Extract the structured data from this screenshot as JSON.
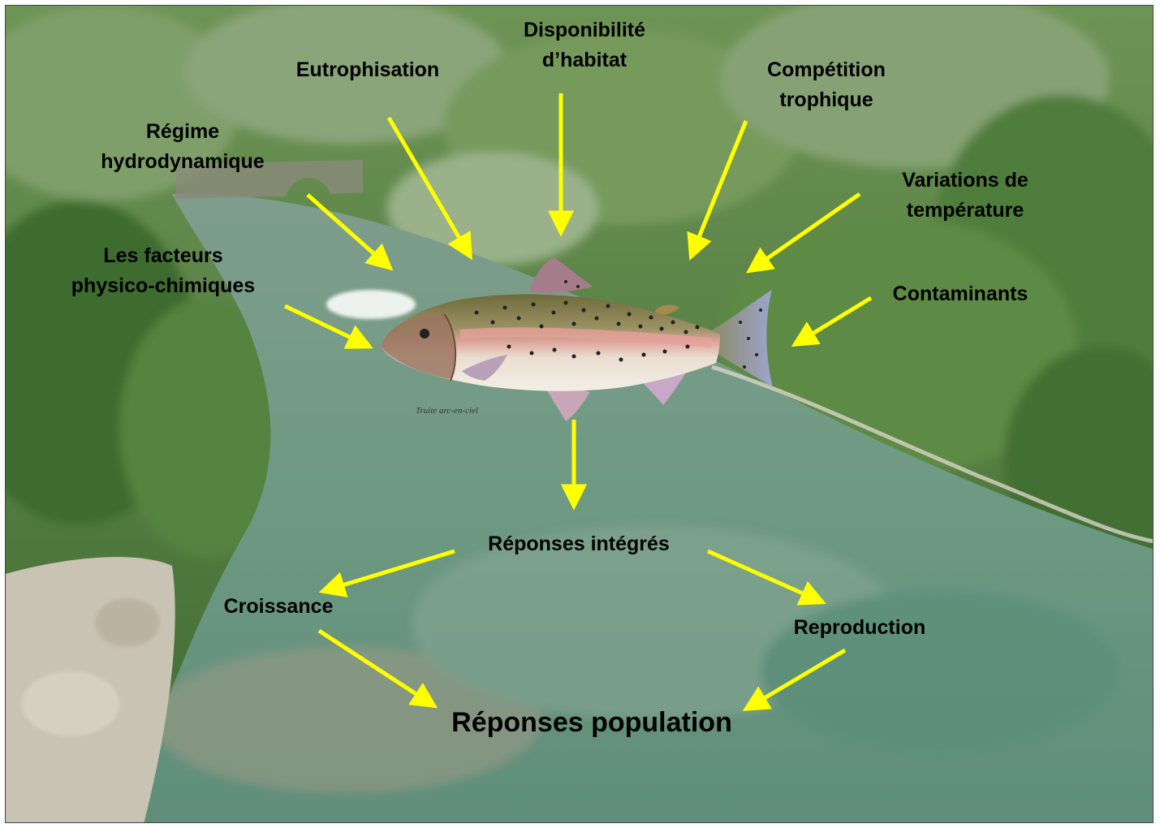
{
  "factors": [
    {
      "id": "hydro",
      "text": "Régime\nhydrodynamique"
    },
    {
      "id": "eutro",
      "text": "Eutrophisation"
    },
    {
      "id": "habitat",
      "text": "Disponibilité\nd’habitat"
    },
    {
      "id": "competition",
      "text": "Compétition\ntrophique"
    },
    {
      "id": "temperature",
      "text": "Variations de\ntempérature"
    },
    {
      "id": "physchem",
      "text": "Les facteurs\nphysico-chimiques"
    },
    {
      "id": "contaminants",
      "text": "Contaminants"
    }
  ],
  "outcomes": {
    "integrated": "Réponses intégrés",
    "growth": "Croissance",
    "reproduction": "Reproduction",
    "population": "Réponses population"
  },
  "fish_caption": "Truite arc-en-ciel",
  "colors": {
    "arrow": "#ffff00",
    "label_text": "#000000",
    "water": "#6f9a83",
    "forest": "#4e7a3e",
    "gravel_bank": "#c9c3b3"
  },
  "icons": {
    "fish": "rainbow-trout-illustration",
    "background": "river-gorge-photo"
  }
}
